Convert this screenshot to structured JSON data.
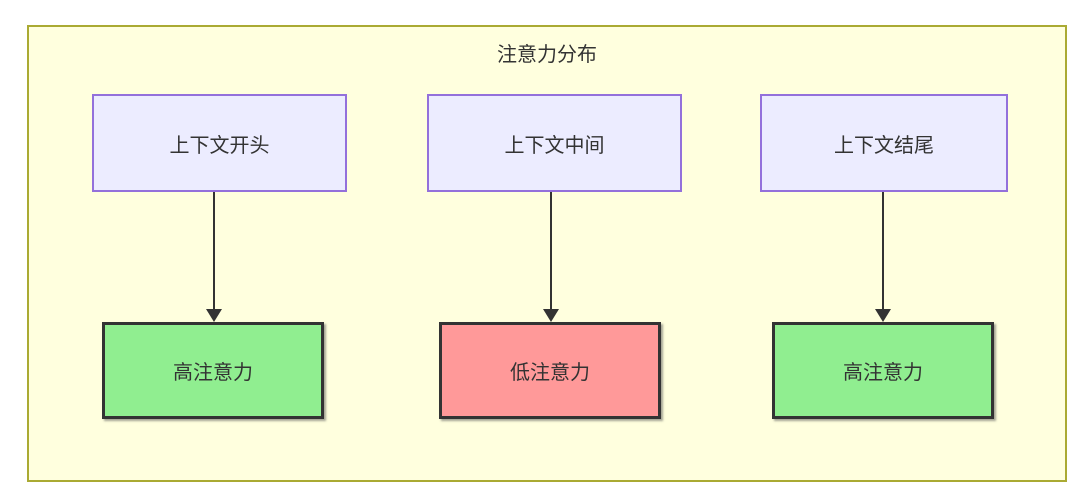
{
  "diagram": {
    "title": "注意力分布",
    "container": {
      "bg": "#ffffde",
      "border": "#aaaa33"
    },
    "text_color": "#333333",
    "arrow_color": "#333333",
    "top_nodes": [
      {
        "id": "context-start",
        "label": "上下文开头",
        "bg": "#ececff",
        "border": "#9370db"
      },
      {
        "id": "context-middle",
        "label": "上下文中间",
        "bg": "#ececff",
        "border": "#9370db"
      },
      {
        "id": "context-end",
        "label": "上下文结尾",
        "bg": "#ececff",
        "border": "#9370db"
      }
    ],
    "bottom_nodes": [
      {
        "id": "high-attention-start",
        "label": "高注意力",
        "bg": "#90ee90",
        "border": "#333333"
      },
      {
        "id": "low-attention-middle",
        "label": "低注意力",
        "bg": "#ff9999",
        "border": "#333333"
      },
      {
        "id": "high-attention-end",
        "label": "高注意力",
        "bg": "#90ee90",
        "border": "#333333"
      }
    ],
    "edges": [
      {
        "from": "context-start",
        "to": "high-attention-start"
      },
      {
        "from": "context-middle",
        "to": "low-attention-middle"
      },
      {
        "from": "context-end",
        "to": "high-attention-end"
      }
    ]
  }
}
